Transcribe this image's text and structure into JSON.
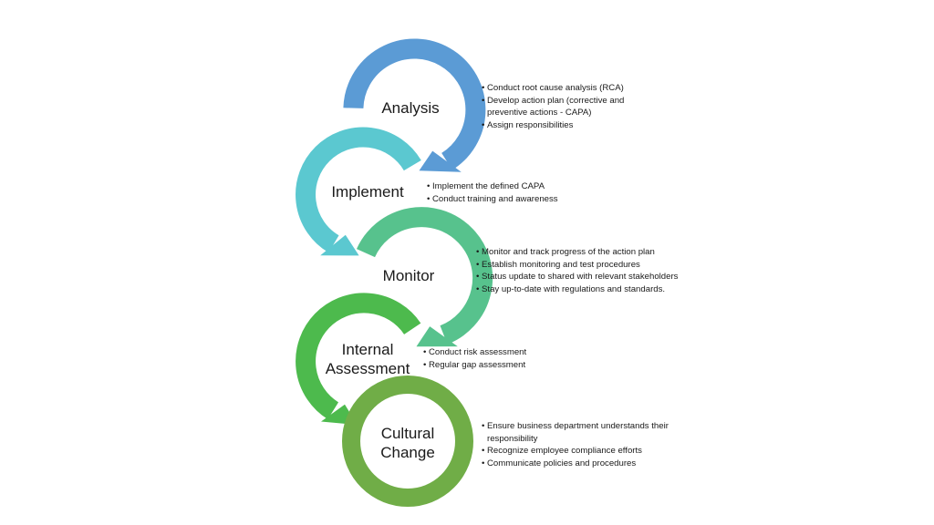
{
  "stages": [
    {
      "title": "Analysis",
      "color": "#5b9bd5",
      "bullets": [
        "Conduct root cause analysis (RCA)",
        "Develop action plan (corrective and preventive actions - CAPA)",
        "Assign responsibilities"
      ]
    },
    {
      "title": "Implement",
      "color": "#5bc8d0",
      "bullets": [
        "Implement the defined CAPA",
        "Conduct training and awareness"
      ]
    },
    {
      "title": "Monitor",
      "color": "#57c28d",
      "bullets": [
        "Monitor and track progress of the action plan",
        "Establish monitoring and test procedures",
        "Status update to shared with relevant stakeholders",
        "Stay up-to-date with regulations and standards."
      ]
    },
    {
      "title": "Internal Assessment",
      "color": "#4dba4d",
      "bullets": [
        "Conduct risk assessment",
        "Regular gap assessment"
      ]
    },
    {
      "title": "Cultural Change",
      "color": "#70ad47",
      "bullets": [
        "Ensure business department understands their responsibility",
        "Recognize employee compliance efforts",
        "Communicate policies and procedures"
      ]
    }
  ]
}
